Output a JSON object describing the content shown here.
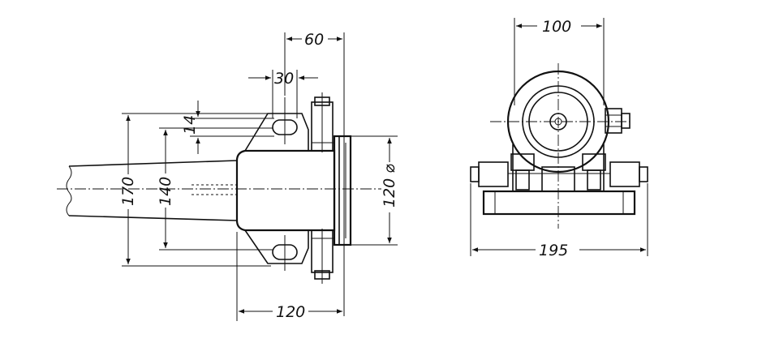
{
  "side_view": {
    "dim_width_60": "60",
    "dim_slot_30": "30",
    "dim_slot_14": "14",
    "dim_height_170": "170",
    "dim_height_140": "140",
    "dim_diameter_120": "120 ⌀",
    "dim_length_120": "120"
  },
  "front_view": {
    "dim_width_100": "100",
    "dim_base_195": "195"
  }
}
